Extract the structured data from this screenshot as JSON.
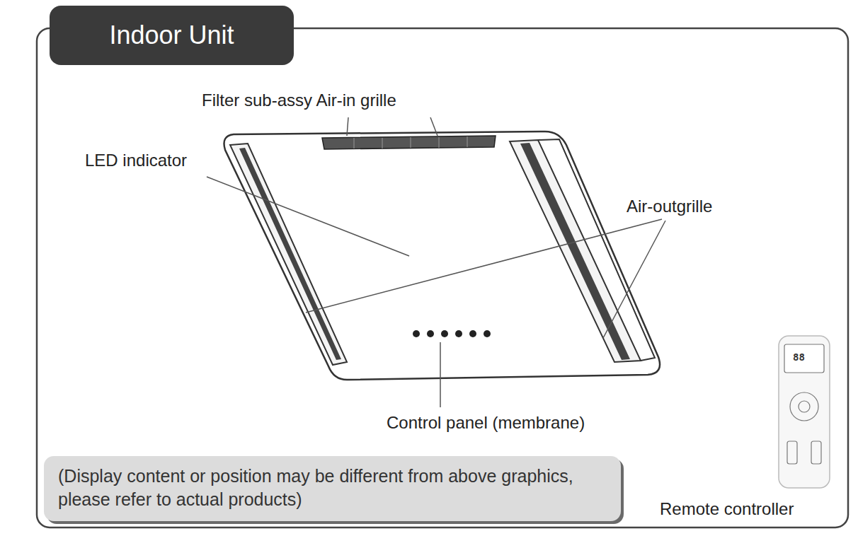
{
  "diagram": {
    "title": "Indoor Unit",
    "nodes": [
      {
        "text": [
          "(Display content or position may be different from above graphics, please refer to actual products)"
        ]
      }
    ],
    "labels": [
      "Filter sub-assy Air-in grille",
      "LED indicator",
      "Air-outgrille",
      "Control panel (membrane)",
      "Remote controller",
      "88"
    ]
  }
}
